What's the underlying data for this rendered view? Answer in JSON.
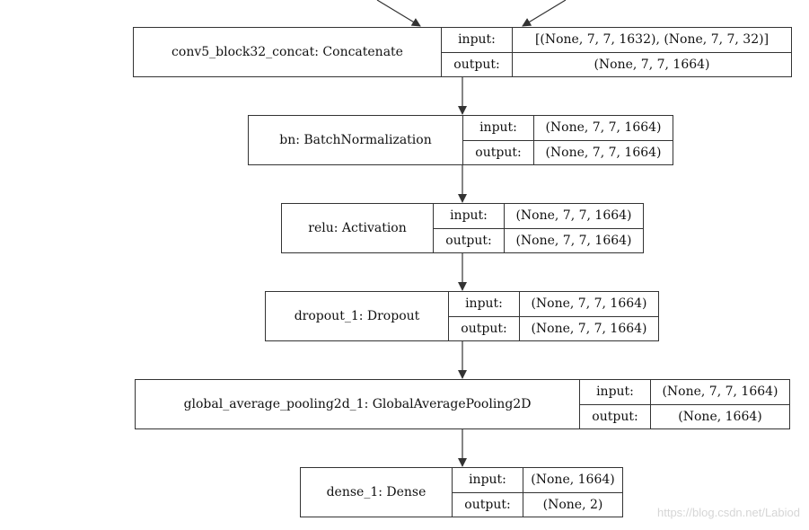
{
  "diagram": {
    "io_labels": {
      "input": "input:",
      "output": "output:"
    },
    "nodes": [
      {
        "id": "concat",
        "name": "conv5_block32_concat: Concatenate",
        "input": "[(None, 7, 7, 1632), (None, 7, 7, 32)]",
        "output": "(None, 7, 7, 1664)"
      },
      {
        "id": "bn",
        "name": "bn: BatchNormalization",
        "input": "(None, 7, 7, 1664)",
        "output": "(None, 7, 7, 1664)"
      },
      {
        "id": "relu",
        "name": "relu: Activation",
        "input": "(None, 7, 7, 1664)",
        "output": "(None, 7, 7, 1664)"
      },
      {
        "id": "dropout",
        "name": "dropout_1: Dropout",
        "input": "(None, 7, 7, 1664)",
        "output": "(None, 7, 7, 1664)"
      },
      {
        "id": "gap",
        "name": "global_average_pooling2d_1: GlobalAveragePooling2D",
        "input": "(None, 7, 7, 1664)",
        "output": "(None, 1664)"
      },
      {
        "id": "dense",
        "name": "dense_1: Dense",
        "input": "(None, 1664)",
        "output": "(None, 2)"
      }
    ],
    "edge_color": "#333333"
  },
  "watermark": "https://blog.csdn.net/Labiod"
}
